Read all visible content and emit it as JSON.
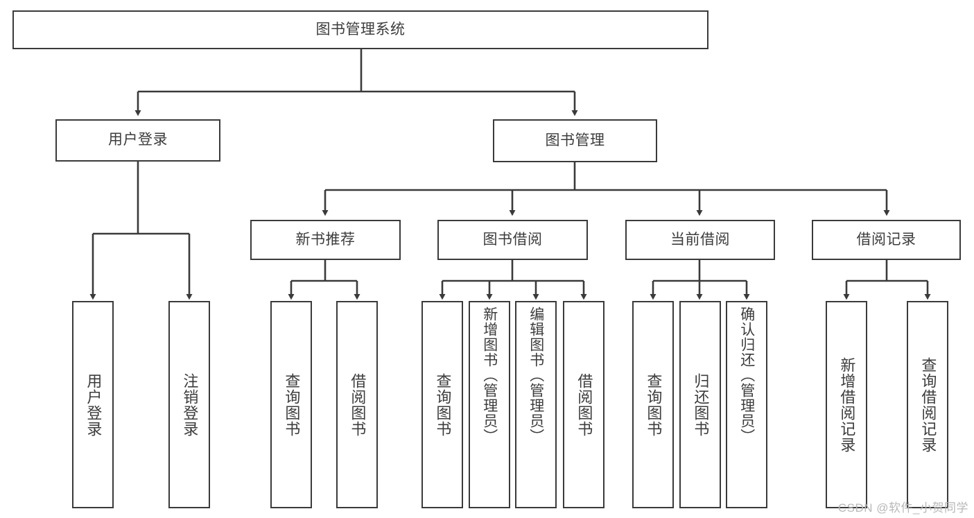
{
  "diagram": {
    "title": "图书管理系统",
    "type": "tree-hierarchy",
    "root": {
      "id": "root",
      "label": "图书管理系统"
    },
    "level2": [
      {
        "id": "user-login",
        "label": "用户登录"
      },
      {
        "id": "book-management",
        "label": "图书管理"
      }
    ],
    "level3": [
      {
        "id": "new-book-recommend",
        "label": "新书推荐",
        "parent": "book-management"
      },
      {
        "id": "book-borrow",
        "label": "图书借阅",
        "parent": "book-management"
      },
      {
        "id": "current-borrow",
        "label": "当前借阅",
        "parent": "book-management"
      },
      {
        "id": "borrow-record",
        "label": "借阅记录",
        "parent": "book-management"
      }
    ],
    "leaves": [
      {
        "id": "leaf-user-login",
        "label": "用户登录",
        "parent": "user-login"
      },
      {
        "id": "leaf-logout",
        "label": "注销登录",
        "parent": "user-login"
      },
      {
        "id": "leaf-query-book-1",
        "label": "查询图书",
        "parent": "new-book-recommend"
      },
      {
        "id": "leaf-borrow-book-1",
        "label": "借阅图书",
        "parent": "new-book-recommend"
      },
      {
        "id": "leaf-query-book-2",
        "label": "查询图书",
        "parent": "book-borrow"
      },
      {
        "id": "leaf-add-book",
        "label": "新增图书（管理员）",
        "parent": "book-borrow"
      },
      {
        "id": "leaf-edit-book",
        "label": "编辑图书（管理员）",
        "parent": "book-borrow"
      },
      {
        "id": "leaf-borrow-book-2",
        "label": "借阅图书",
        "parent": "book-borrow"
      },
      {
        "id": "leaf-query-book-3",
        "label": "查询图书",
        "parent": "current-borrow"
      },
      {
        "id": "leaf-return-book",
        "label": "归还图书",
        "parent": "current-borrow"
      },
      {
        "id": "leaf-confirm-return",
        "label": "确认归还（管理员）",
        "parent": "current-borrow"
      },
      {
        "id": "leaf-add-record",
        "label": "新增借阅记录",
        "parent": "borrow-record"
      },
      {
        "id": "leaf-query-record",
        "label": "查询借阅记录",
        "parent": "borrow-record"
      }
    ]
  },
  "watermark": {
    "text": "CSDN @软件_小贺同学"
  },
  "colors": {
    "border": "#3a3a3a",
    "text": "#3c3c3c",
    "background": "#ffffff",
    "watermark": "#b8b8b8"
  }
}
